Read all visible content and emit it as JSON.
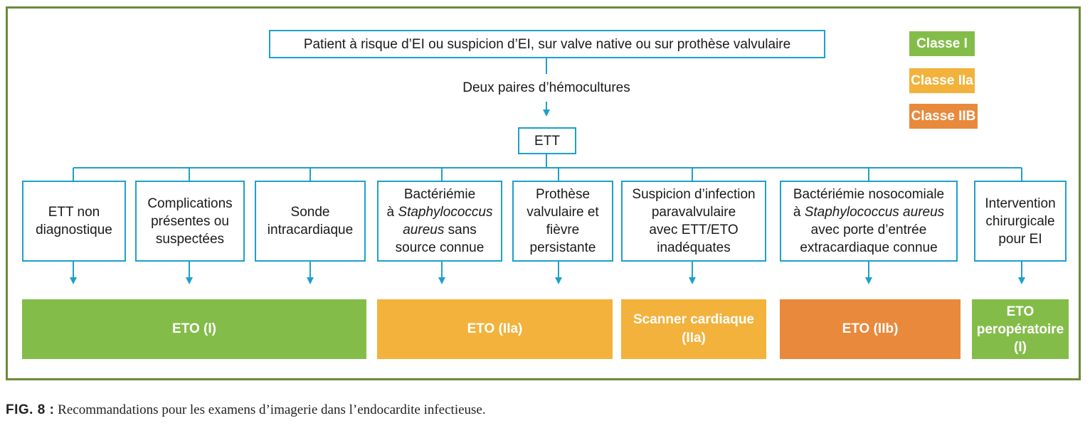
{
  "colors": {
    "frame": "#6d8a3c",
    "line": "#1ea0cc",
    "class_I": "#84bc4a",
    "class_IIa": "#f2b23c",
    "class_IIB": "#e9893c"
  },
  "legend": {
    "class_I": "Classe I",
    "class_IIa": "Classe IIa",
    "class_IIB": "Classe IIB"
  },
  "top_box": "Patient à risque d’EI ou suspicion d’EI, sur valve native ou sur prothèse valvulaire",
  "middle_label": "Deux paires d’hémocultures",
  "ett_box": "ETT",
  "indications": [
    {
      "line1": "ETT non",
      "line2": "diagnostique"
    },
    {
      "line1": "Complications",
      "line2": "présentes ou",
      "line3": "suspectées"
    },
    {
      "line1": "Sonde",
      "line2": "intracardiaque"
    },
    {
      "line1": "Bactériémie",
      "line2_pre": "à ",
      "line2_em": "Staphylococcus",
      "line3_em": "aureus",
      "line3_post": " sans",
      "line4": "source connue"
    },
    {
      "line1": "Prothèse",
      "line2": "valvulaire et",
      "line3": "fièvre",
      "line4": "persistante"
    },
    {
      "line1": "Suspicion d’infection",
      "line2": "paravalvulaire",
      "line3": "avec ETT/ETO",
      "line4": "inadéquates"
    },
    {
      "line1": "Bactériémie nosocomiale",
      "line2_pre": "à ",
      "line2_em": "Staphylococcus aureus",
      "line3": "avec porte d’entrée",
      "line4": "extracardiaque connue"
    },
    {
      "line1": "Intervention",
      "line2": "chirurgicale",
      "line3": "pour EI"
    }
  ],
  "results": {
    "eto_i": "ETO (I)",
    "eto_iia": "ETO (IIa)",
    "scanner_line1": "Scanner cardiaque",
    "scanner_line2": "(IIa)",
    "eto_iib": "ETO (IIb)",
    "perop_line1": "ETO",
    "perop_line2": "peropératoire",
    "perop_line3": "(I)"
  },
  "caption": {
    "label": "FIG. 8 :",
    "text": " Recommandations pour les examens d’imagerie dans l’endocardite infectieuse."
  }
}
